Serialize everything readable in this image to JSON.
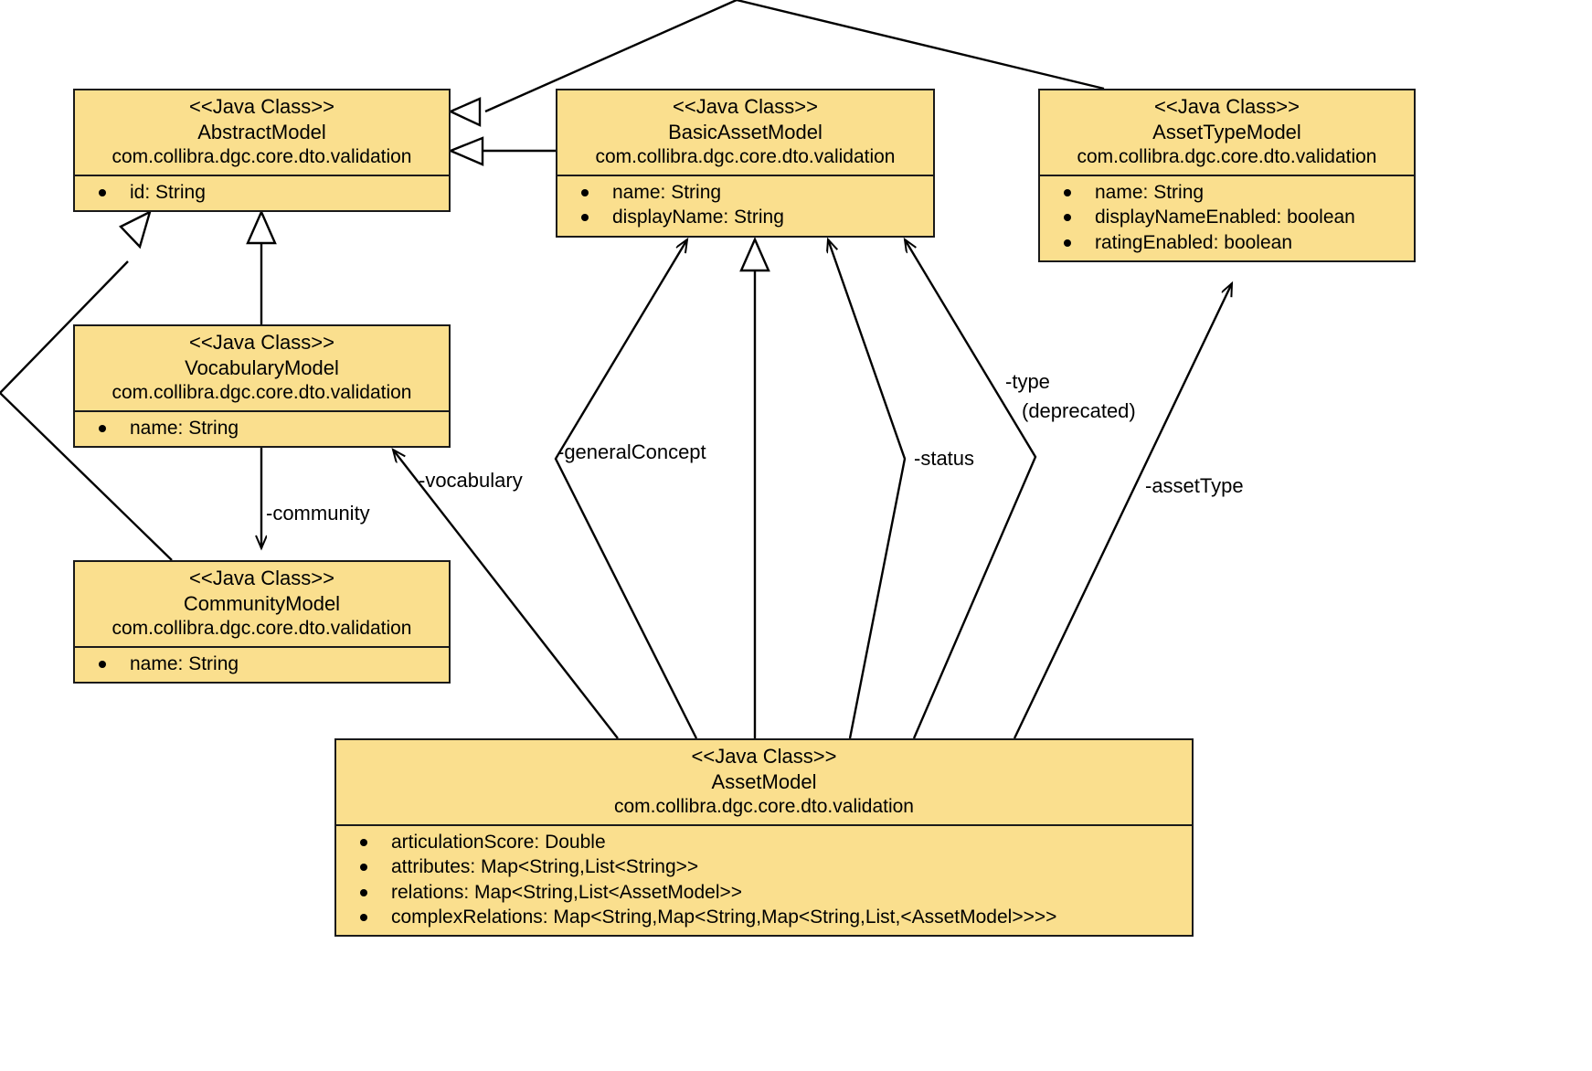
{
  "diagram": {
    "kind": "uml-class-diagram",
    "stereotype": "<<Java Class>>",
    "package": "com.collibra.dgc.core.dto.validation",
    "box_fill": "#fadf8e",
    "box_stroke": "#1a1a1a",
    "background": "#ffffff"
  },
  "classes": {
    "abstract_model": {
      "stereotype": "<<Java Class>>",
      "name": "AbstractModel",
      "package": "com.collibra.dgc.core.dto.validation",
      "attributes": [
        {
          "text": "id: String"
        }
      ]
    },
    "basic_asset_model": {
      "stereotype": "<<Java Class>>",
      "name": "BasicAssetModel",
      "package": "com.collibra.dgc.core.dto.validation",
      "attributes": [
        {
          "text": "name: String"
        },
        {
          "text": "displayName: String"
        }
      ]
    },
    "asset_type_model": {
      "stereotype": "<<Java Class>>",
      "name": "AssetTypeModel",
      "package": "com.collibra.dgc.core.dto.validation",
      "attributes": [
        {
          "text": "name: String"
        },
        {
          "text": "displayNameEnabled: boolean"
        },
        {
          "text": "ratingEnabled: boolean"
        }
      ]
    },
    "vocabulary_model": {
      "stereotype": "<<Java Class>>",
      "name": "VocabularyModel",
      "package": "com.collibra.dgc.core.dto.validation",
      "attributes": [
        {
          "text": "name: String"
        }
      ]
    },
    "community_model": {
      "stereotype": "<<Java Class>>",
      "name": "CommunityModel",
      "package": "com.collibra.dgc.core.dto.validation",
      "attributes": [
        {
          "text": "name: String"
        }
      ]
    },
    "asset_model": {
      "stereotype": "<<Java Class>>",
      "name": "AssetModel",
      "package": "com.collibra.dgc.core.dto.validation",
      "attributes": [
        {
          "text": "articulationScore: Double"
        },
        {
          "text": "attributes: Map<String,List<String>>"
        },
        {
          "text": "relations: Map<String,List<AssetModel>>"
        },
        {
          "text": "complexRelations: Map<String,Map<String,Map<String,List,<AssetModel>>>>"
        }
      ]
    }
  },
  "edge_labels": {
    "community": "-community",
    "vocabulary": "-vocabulary",
    "general_concept": "-generalConcept",
    "status": "-status",
    "type_line1": "-type",
    "type_line2": "(deprecated)",
    "asset_type": "-assetType"
  },
  "relationships": [
    {
      "from": "BasicAssetModel",
      "to": "AbstractModel",
      "type": "generalization"
    },
    {
      "from": "AssetTypeModel",
      "to": "AbstractModel",
      "type": "generalization"
    },
    {
      "from": "VocabularyModel",
      "to": "AbstractModel",
      "type": "generalization"
    },
    {
      "from": "CommunityModel",
      "to": "AbstractModel",
      "type": "generalization"
    },
    {
      "from": "AssetModel",
      "to": "BasicAssetModel",
      "type": "generalization"
    },
    {
      "from": "VocabularyModel",
      "to": "CommunityModel",
      "type": "association",
      "label": "-community"
    },
    {
      "from": "AssetModel",
      "to": "VocabularyModel",
      "type": "association",
      "label": "-vocabulary"
    },
    {
      "from": "AssetModel",
      "to": "BasicAssetModel",
      "type": "association",
      "label": "-generalConcept"
    },
    {
      "from": "AssetModel",
      "to": "BasicAssetModel",
      "type": "association",
      "label": "-status"
    },
    {
      "from": "AssetModel",
      "to": "BasicAssetModel",
      "type": "association",
      "label": "-type (deprecated)"
    },
    {
      "from": "AssetModel",
      "to": "AssetTypeModel",
      "type": "association",
      "label": "-assetType"
    }
  ]
}
